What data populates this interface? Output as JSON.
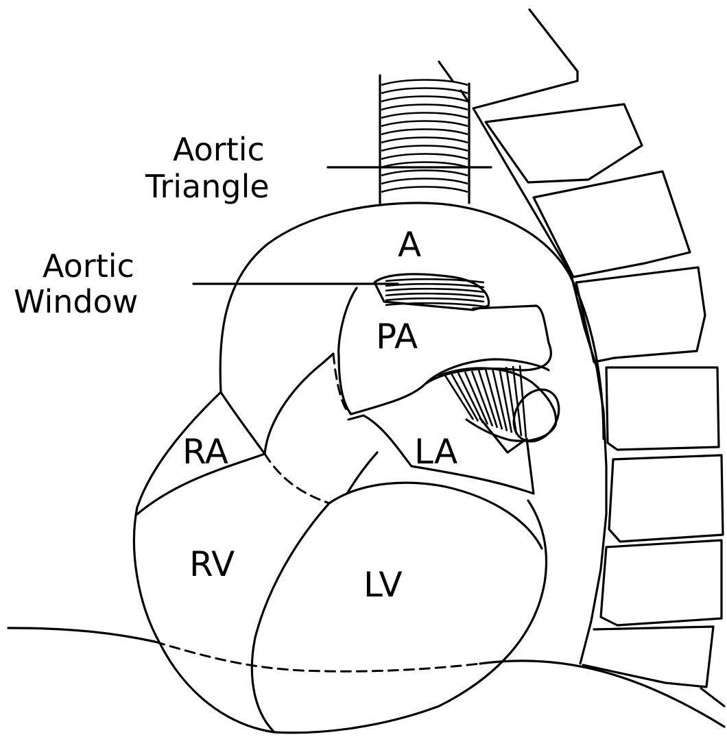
{
  "labels": {
    "aortic_triangle_line1": "Aortic",
    "aortic_triangle_line2": "Triangle",
    "aortic_window_line1": "Aortic",
    "aortic_window_line2": "Window",
    "aorta": "A",
    "pulmonary_artery": "PA",
    "right_atrium": "RA",
    "left_atrium": "LA",
    "right_ventricle": "RV",
    "left_ventricle": "LV"
  },
  "colors": {
    "background": "#ffffff",
    "ink": "#000000"
  }
}
